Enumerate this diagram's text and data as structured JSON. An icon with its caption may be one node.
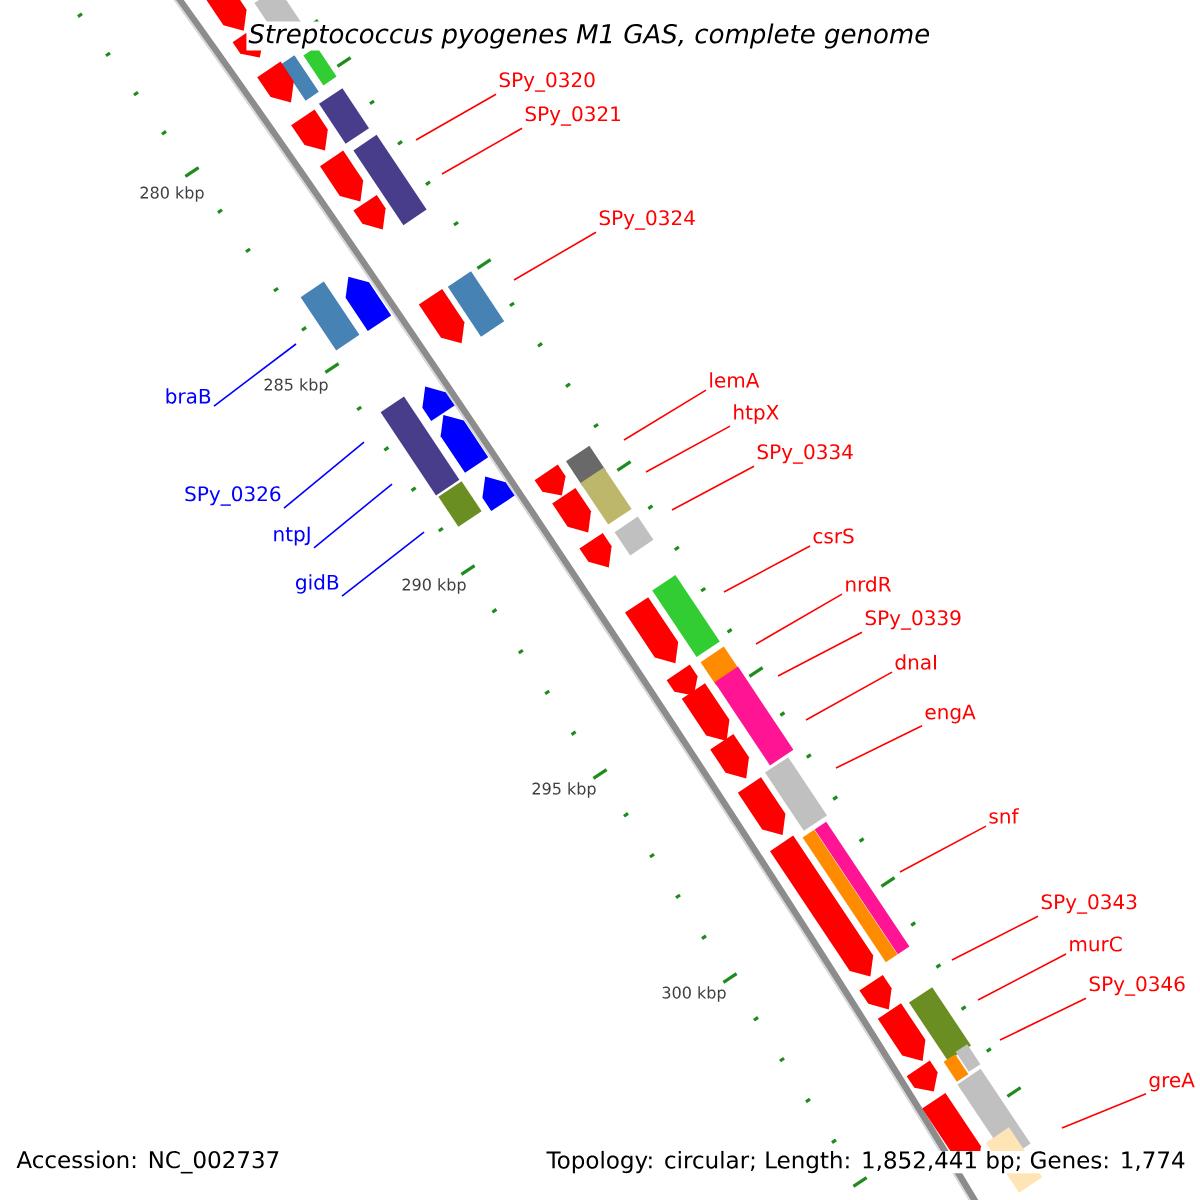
{
  "diagram": {
    "title": "Streptococcus pyogenes M1 GAS, complete genome",
    "nodes": [
      {
        "text": [
          "SPy_0320"
        ]
      },
      {
        "text": [
          "SPy_0321"
        ]
      },
      {
        "text": [
          "SPy_0324"
        ]
      },
      {
        "text": [
          "lemA"
        ]
      },
      {
        "text": [
          "htpX"
        ]
      },
      {
        "text": [
          "SPy_0334"
        ]
      },
      {
        "text": [
          "csrS"
        ]
      },
      {
        "text": [
          "nrdR"
        ]
      },
      {
        "text": [
          "SPy_0339"
        ]
      },
      {
        "text": [
          "dnaI"
        ]
      },
      {
        "text": [
          "engA"
        ]
      },
      {
        "text": [
          "snf"
        ]
      },
      {
        "text": [
          "SPy_0343"
        ]
      },
      {
        "text": [
          "murC"
        ]
      },
      {
        "text": [
          "SPy_0346"
        ]
      },
      {
        "text": [
          "greA"
        ]
      },
      {
        "text": [
          "braB"
        ]
      },
      {
        "text": [
          "SPy_0326"
        ]
      },
      {
        "text": [
          "ntpJ"
        ]
      },
      {
        "text": [
          "gidB"
        ]
      }
    ],
    "edges": [
      {
        "from": 0,
        "to": null,
        "arrow": "none"
      },
      {
        "from": 1,
        "to": null,
        "arrow": "none"
      },
      {
        "from": 2,
        "to": null,
        "arrow": "none"
      },
      {
        "from": 3,
        "to": null,
        "arrow": "none"
      },
      {
        "from": 4,
        "to": null,
        "arrow": "none"
      },
      {
        "from": 5,
        "to": null,
        "arrow": "none"
      },
      {
        "from": 6,
        "to": null,
        "arrow": "none"
      },
      {
        "from": 7,
        "to": null,
        "arrow": "none"
      },
      {
        "from": 8,
        "to": null,
        "arrow": "none"
      },
      {
        "from": 9,
        "to": null,
        "arrow": "none"
      },
      {
        "from": 10,
        "to": null,
        "arrow": "none"
      },
      {
        "from": 11,
        "to": null,
        "arrow": "none"
      },
      {
        "from": 12,
        "to": null,
        "arrow": "none"
      },
      {
        "from": 13,
        "to": null,
        "arrow": "none"
      },
      {
        "from": 14,
        "to": null,
        "arrow": "none"
      },
      {
        "from": 15,
        "to": null,
        "arrow": "none"
      },
      {
        "from": 16,
        "to": null,
        "arrow": "none",
        "color": "#0000ff"
      },
      {
        "from": 17,
        "to": null,
        "arrow": "none",
        "color": "#0000ff"
      },
      {
        "from": 18,
        "to": null,
        "arrow": "none",
        "color": "#0000ff"
      },
      {
        "from": 19,
        "to": null,
        "arrow": "none",
        "color": "#0000ff"
      }
    ],
    "labels": [
      "280 kbp",
      "285 kbp",
      "290 kbp",
      "295 kbp",
      "300 kbp",
      "Accession: NC_002737",
      "Topology: circular; Length: 1,852,441 bp; Genes: 1,774"
    ]
  }
}
